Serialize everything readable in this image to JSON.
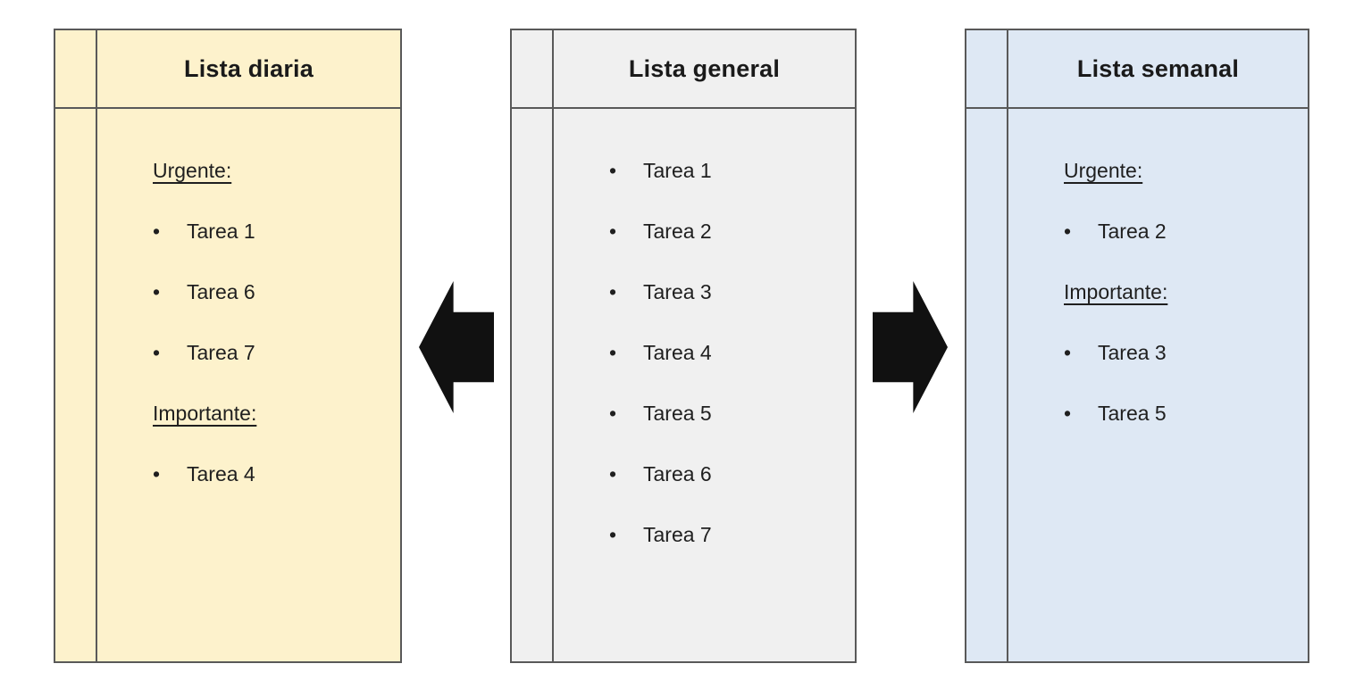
{
  "colors": {
    "page_bg": "#FFFFFF",
    "daily_bg": "#FDF2CC",
    "general_bg": "#F0F0F0",
    "weekly_bg": "#DEE8F4",
    "border": "#595959",
    "arrow": "#111111",
    "text": "#1F1F1F"
  },
  "bullet_char": "•",
  "panels": {
    "daily": {
      "title": "Lista diaria",
      "rows": [
        {
          "kind": "heading",
          "text": "Urgente:"
        },
        {
          "kind": "bullet",
          "text": "Tarea 1"
        },
        {
          "kind": "bullet",
          "text": "Tarea 6"
        },
        {
          "kind": "bullet",
          "text": "Tarea 7"
        },
        {
          "kind": "heading",
          "text": "Importante:"
        },
        {
          "kind": "bullet",
          "text": "Tarea 4"
        }
      ]
    },
    "general": {
      "title": "Lista general",
      "rows": [
        {
          "kind": "bullet",
          "text": "Tarea 1"
        },
        {
          "kind": "bullet",
          "text": "Tarea 2"
        },
        {
          "kind": "bullet",
          "text": "Tarea 3"
        },
        {
          "kind": "bullet",
          "text": "Tarea 4"
        },
        {
          "kind": "bullet",
          "text": "Tarea 5"
        },
        {
          "kind": "bullet",
          "text": "Tarea 6"
        },
        {
          "kind": "bullet",
          "text": "Tarea 7"
        }
      ]
    },
    "weekly": {
      "title": "Lista semanal",
      "rows": [
        {
          "kind": "heading",
          "text": "Urgente:"
        },
        {
          "kind": "bullet",
          "text": "Tarea 2"
        },
        {
          "kind": "heading",
          "text": "Importante:"
        },
        {
          "kind": "bullet",
          "text": "Tarea 3"
        },
        {
          "kind": "bullet",
          "text": "Tarea 5"
        }
      ]
    }
  },
  "arrows": {
    "left": {
      "direction": "left"
    },
    "right": {
      "direction": "right"
    }
  }
}
